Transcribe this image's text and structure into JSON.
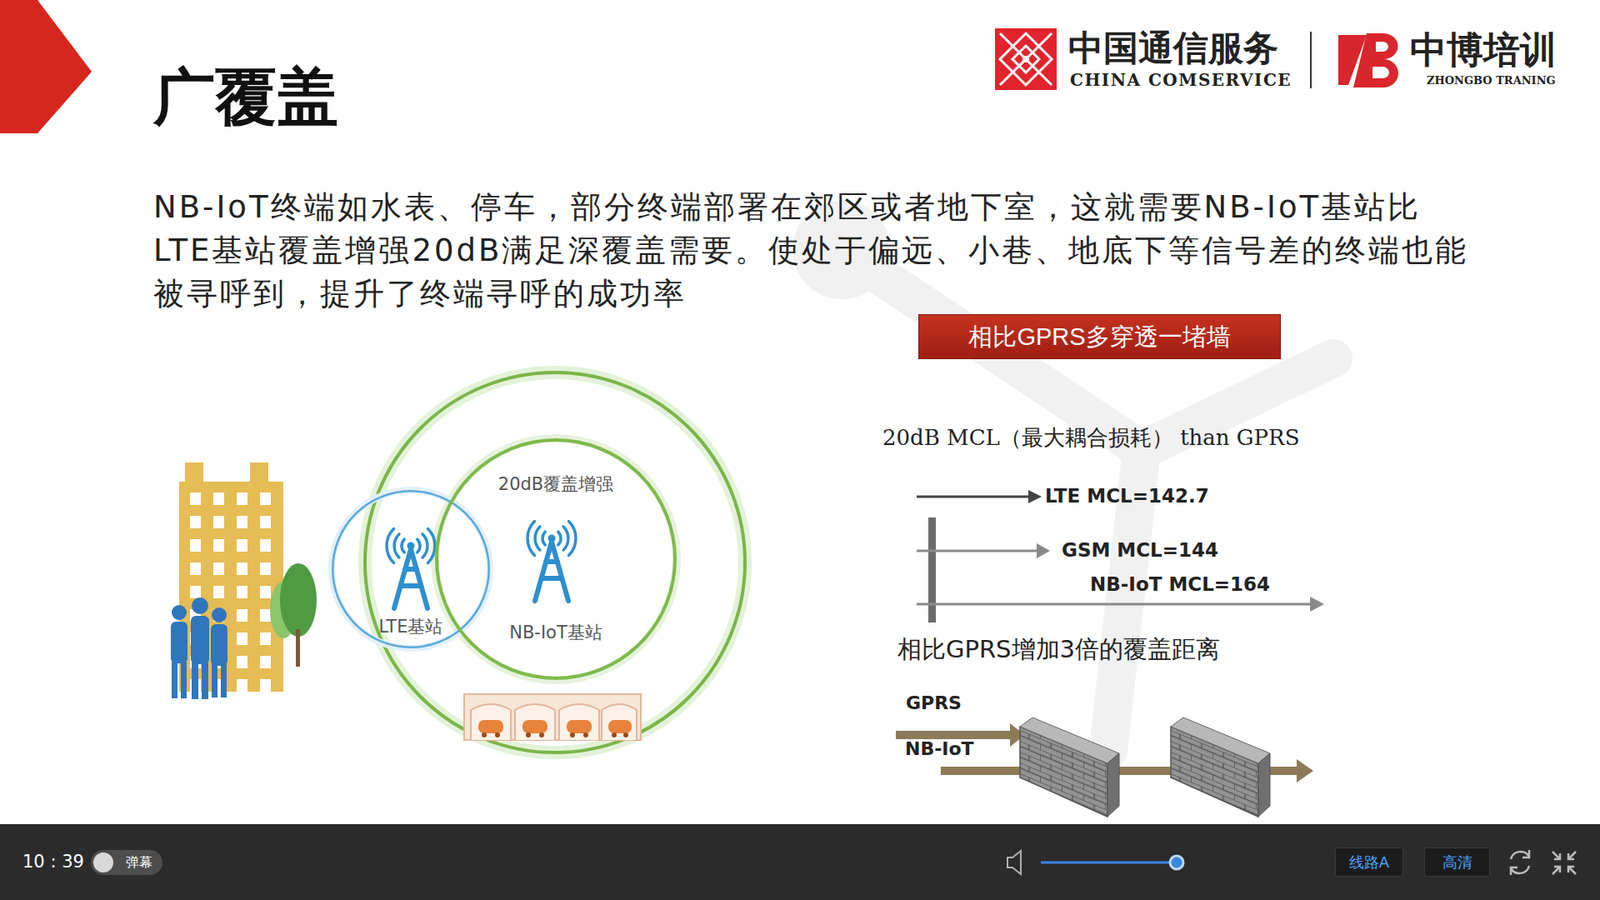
{
  "diagram": {
    "title": "广覆盖",
    "nodes": [
      {
        "text": [
          "相比GPRS多穿透一堵墙"
        ]
      },
      {
        "text": [
          "LTE基站"
        ]
      },
      {
        "text": [
          "20dB覆盖增强",
          "NB-IoT基站"
        ]
      },
      {
        "text": [
          "弹幕"
        ]
      },
      {
        "text": [
          "线路A"
        ]
      },
      {
        "text": [
          "高清"
        ]
      }
    ],
    "labels": [
      "中国通信服务",
      "CHINA COMSERVICE",
      "中博培训",
      "ZHONGBO TRANING",
      "NB-IoT终端如水表、停车，部分终端部署在郊区或者地下室，这就需要NB-IoT基站比LTE基站覆盖增强20dB满足深覆盖需要。使处于偏远、小巷、地底下等信号差的终端也能被寻呼到，提升了终端寻呼的成功率",
      "20dB MCL（最大耦合损耗） than GPRS",
      "LTE MCL=142.7",
      "GSM MCL=144",
      "NB-IoT MCL=164",
      "相比GPRS增加3倍的覆盖距离",
      "GPRS",
      "NB-IoT",
      "10 : 39"
    ]
  }
}
